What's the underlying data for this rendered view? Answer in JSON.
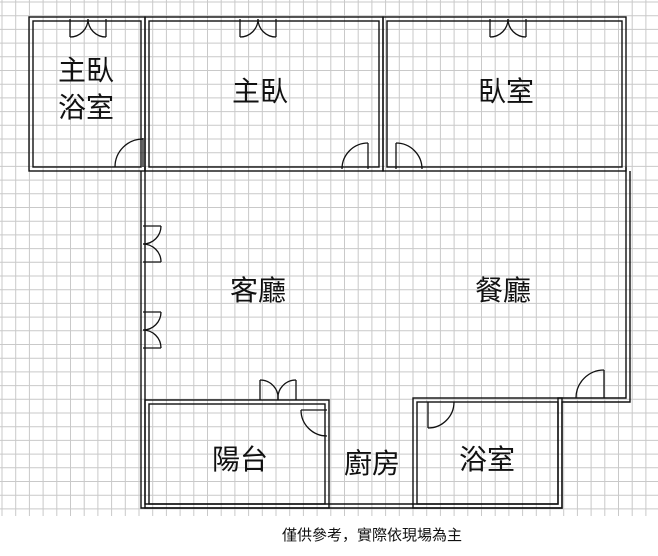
{
  "rooms": {
    "master_bath_line1": "主臥",
    "master_bath_line2": "浴室",
    "master_bedroom": "主臥",
    "bedroom": "臥室",
    "living_room": "客廳",
    "dining_room": "餐廳",
    "balcony": "陽台",
    "kitchen": "廚房",
    "bathroom": "浴室"
  },
  "disclaimer": "僅供參考，實際依現場為主",
  "colors": {
    "grid": "#c9c9c9",
    "wall": "#111111",
    "background": "#ffffff"
  }
}
